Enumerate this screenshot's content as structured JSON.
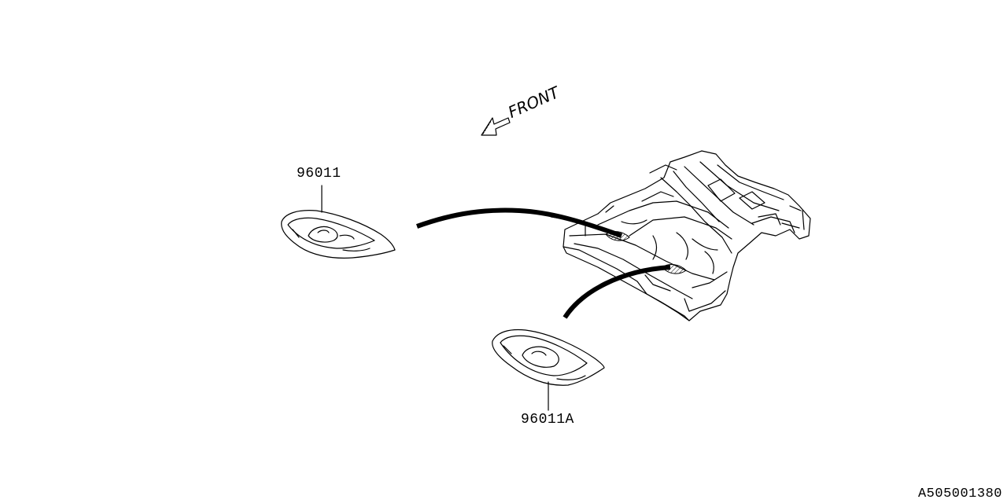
{
  "diagram": {
    "orientation_label": "FRONT",
    "parts": [
      {
        "part_number": "96011"
      },
      {
        "part_number": "96011A"
      }
    ],
    "reference_code": "A505001380"
  }
}
